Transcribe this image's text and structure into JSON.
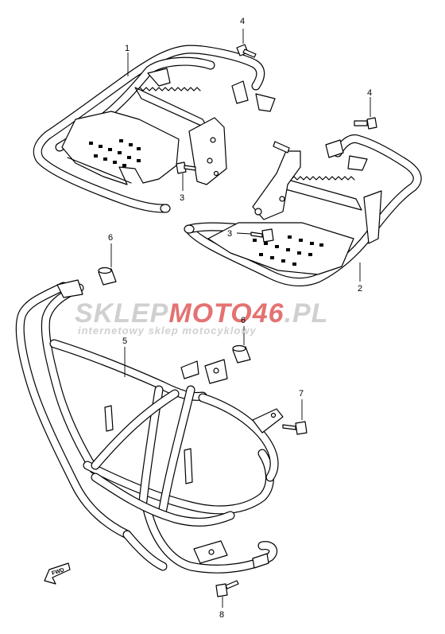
{
  "watermark": {
    "brand_part1": "SKLEP",
    "brand_part2": "MOTO",
    "brand_part3": "46",
    "brand_part4": ".PL",
    "tagline": "internetowy sklep motocyklowy",
    "color_gray": "#c8c8c8",
    "color_red": "#e05a5a"
  },
  "callouts": {
    "c1": "1",
    "c2": "2",
    "c3a": "3",
    "c3b": "3",
    "c4a": "4",
    "c4b": "4",
    "c5": "5",
    "c6a": "6",
    "c6b": "6",
    "c7": "7",
    "c8": "8"
  },
  "fwd_label": "FWD"
}
